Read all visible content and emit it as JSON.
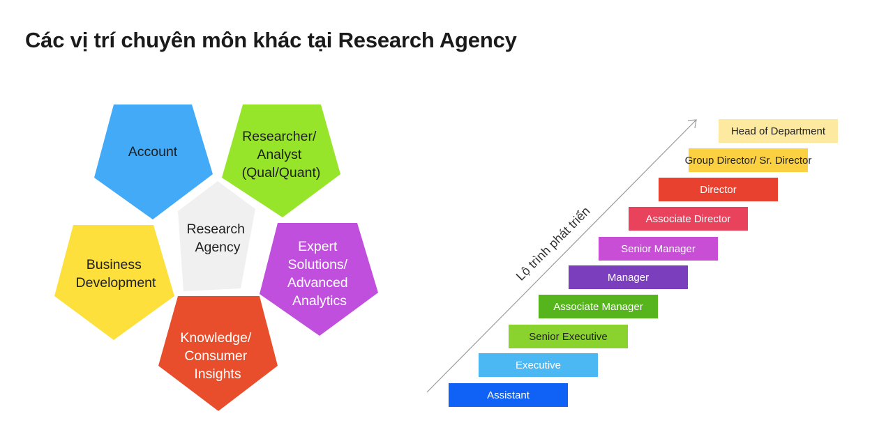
{
  "page": {
    "title": "Các vị trí chuyên môn khác tại Research Agency"
  },
  "center": {
    "lines": [
      "Research",
      "Agency"
    ],
    "color": "#f0f0f0"
  },
  "pentagons": [
    {
      "id": "account",
      "lines": [
        "Account"
      ],
      "color": "#42aaf6"
    },
    {
      "id": "researcher",
      "lines": [
        "Researcher/",
        "Analyst",
        "(Qual/Quant)"
      ],
      "color": "#96e52a"
    },
    {
      "id": "expert",
      "lines": [
        "Expert",
        "Solutions/",
        "Advanced",
        "Analytics"
      ],
      "color": "#c04fdd"
    },
    {
      "id": "knowledge",
      "lines": [
        "Knowledge/",
        "Consumer",
        "Insights"
      ],
      "color": "#e84e2c"
    },
    {
      "id": "business",
      "lines": [
        "Business",
        "Development"
      ],
      "color": "#fde03c"
    }
  ],
  "career_path": {
    "axis_label": "Lộ trình phát triển",
    "levels": [
      {
        "label": "Assistant",
        "color": "#0f62f5"
      },
      {
        "label": "Executive",
        "color": "#4bb8f4"
      },
      {
        "label": "Senior Executive",
        "color": "#8ad22e"
      },
      {
        "label": "Associate Manager",
        "color": "#56b51c"
      },
      {
        "label": "Manager",
        "color": "#7b3fbd"
      },
      {
        "label": "Senior Manager",
        "color": "#c84ed6"
      },
      {
        "label": "Associate Director",
        "color": "#e9425c"
      },
      {
        "label": "Director",
        "color": "#e8412f"
      },
      {
        "label": "Group Director/ Sr. Director",
        "color": "#fbd142"
      },
      {
        "label": "Head of Department",
        "color": "#fde9a0"
      }
    ]
  }
}
